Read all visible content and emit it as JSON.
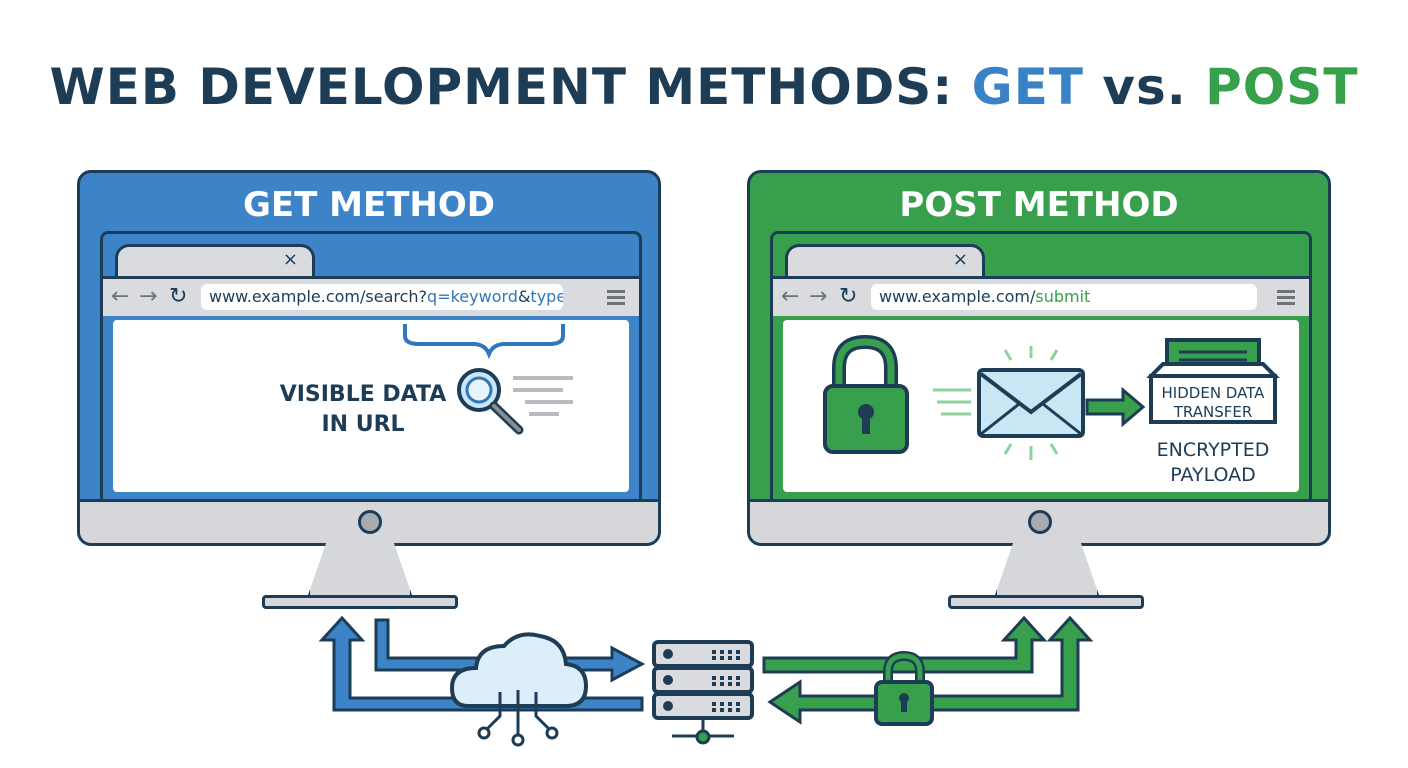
{
  "title": {
    "prefix": "WEB DEVELOPMENT METHODS: ",
    "get": "GET",
    "vs": " vs. ",
    "post": "POST"
  },
  "colors": {
    "get_blue": "#3d83c8",
    "post_green": "#38a04c",
    "dark_navy": "#1d3c56",
    "light_gray": "#d9dbde"
  },
  "get_panel": {
    "header": "GET METHOD",
    "tab_close": "×",
    "url_base": "www.example.com/search?",
    "url_param1": "q=keyword",
    "url_amp": "&",
    "url_param2": "type=all",
    "label_line1": "VISIBLE DATA",
    "label_line2": "IN URL"
  },
  "post_panel": {
    "header": "POST METHOD",
    "tab_close": "×",
    "url_base": "www.example.com/",
    "url_path": "submit",
    "box_line1": "HIDDEN DATA",
    "box_line2": "TRANSFER",
    "label_line1": "ENCRYPTED",
    "label_line2": "PAYLOAD"
  },
  "icons": {
    "back": "←",
    "forward": "→",
    "reload": "↻"
  }
}
